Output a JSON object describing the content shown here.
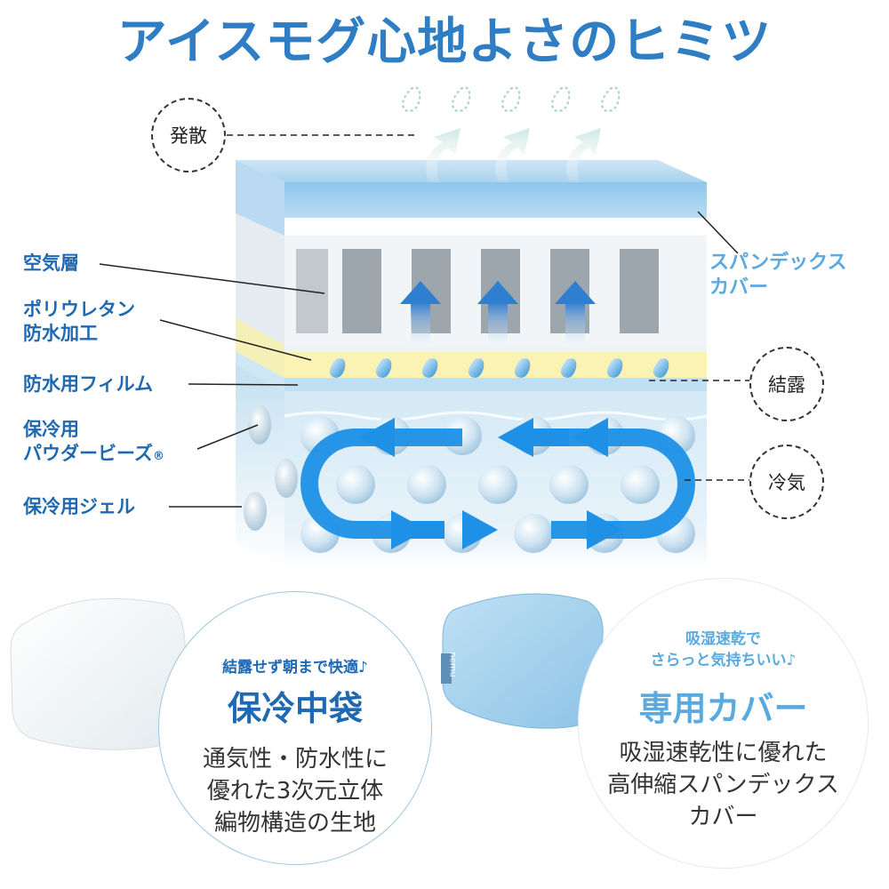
{
  "title": "アイスモグ心地よさのヒミツ",
  "left_labels": {
    "air_layer": "空気層",
    "polyurethane_1": "ポリウレタン",
    "polyurethane_2": "防水加工",
    "film": "防水用フィルム",
    "beads_1": "保冷用",
    "beads_2": "パウダービーズ",
    "beads_reg": "®",
    "gel": "保冷用ジェル"
  },
  "right_labels": {
    "cover_1": "スパンデックス",
    "cover_2": "カバー"
  },
  "circles": {
    "diffusion": "発散",
    "condensation": "結露",
    "cold_air": "冷気"
  },
  "inner_bag": {
    "tagline": "結露せず朝まで快適♪",
    "name": "保冷中袋",
    "desc_1": "通気性・防水性に",
    "desc_2": "優れた3次元立体",
    "desc_3": "編物構造の生地"
  },
  "cover": {
    "tagline_1": "吸湿速乾で",
    "tagline_2": "さらっと気持ちいい♪",
    "name": "専用カバー",
    "desc_1": "吸湿速乾性に優れた",
    "desc_2": "高伸縮スパンデックス",
    "desc_3": "カバー",
    "tag": "nemu"
  },
  "colors": {
    "title": "#2f7ec4",
    "label": "#1f68b2",
    "cover_label": "#5aa9df",
    "arrow": "#1e90e6"
  }
}
